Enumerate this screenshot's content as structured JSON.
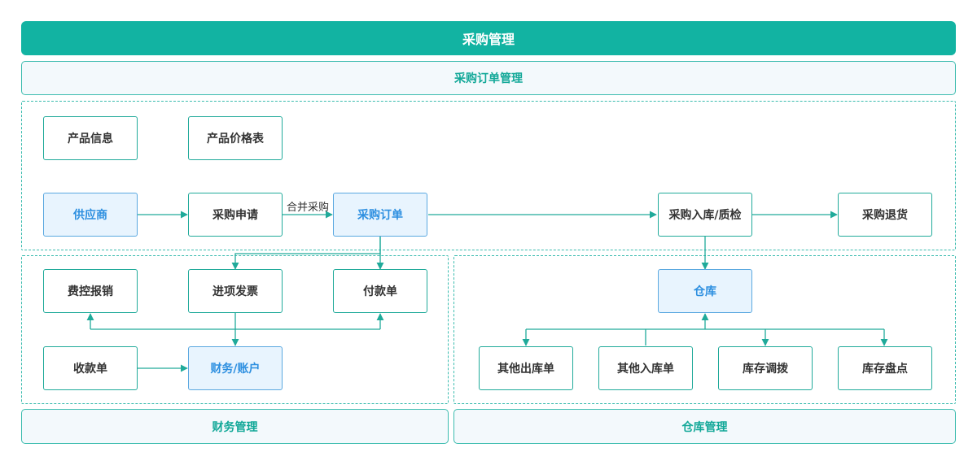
{
  "header": {
    "title": "采购管理",
    "subtitle": "采购订单管理"
  },
  "nodes": {
    "product_info": "产品信息",
    "price_list": "产品价格表",
    "supplier": "供应商",
    "purchase_request": "采购申请",
    "purchase_order": "采购订单",
    "inbound_qc": "采购入库/质检",
    "purchase_return": "采购退货",
    "expense_reimburse": "费控报销",
    "input_invoice": "进项发票",
    "payment_order": "付款单",
    "receipt_order": "收款单",
    "finance_account": "财务/账户",
    "warehouse": "仓库",
    "other_outbound": "其他出库单",
    "other_inbound": "其他入库单",
    "stock_transfer": "库存调拨",
    "stock_count": "库存盘点"
  },
  "edge_labels": {
    "merge_purchase": "合并采购"
  },
  "footer": {
    "finance": "财务管理",
    "warehouse": "仓库管理"
  },
  "colors": {
    "accent": "#12b3a2",
    "line": "#20aa9a",
    "highlight_fill": "#e8f4fe",
    "highlight_border": "#5aa8e0",
    "highlight_text": "#2d8fe0"
  }
}
